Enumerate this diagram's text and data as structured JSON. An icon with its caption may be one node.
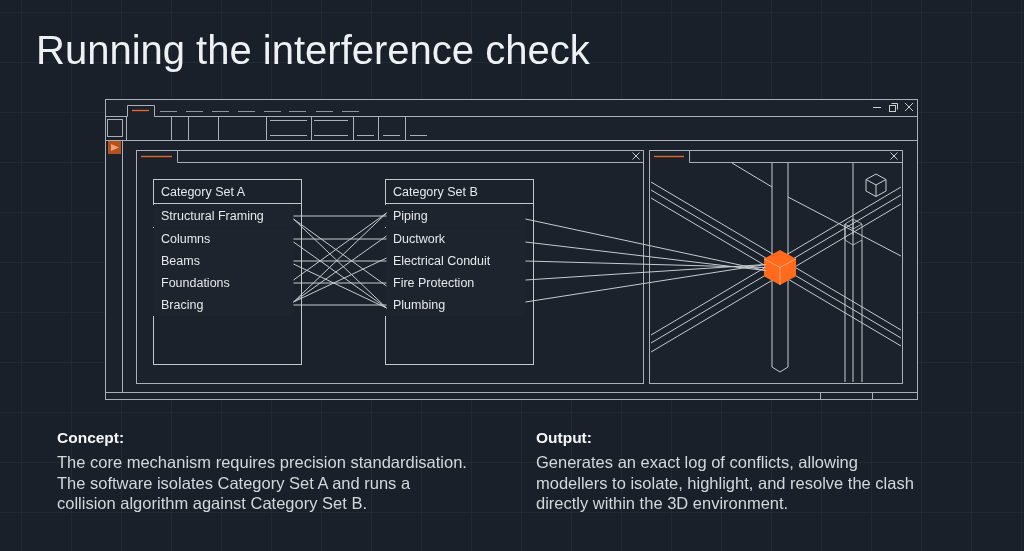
{
  "diagram": {
    "title": "Running the interference check",
    "nodes": [
      {
        "text": [
          "Category Set A"
        ]
      },
      {
        "text": [
          "Structural Framing"
        ],
        "in": 0
      },
      {
        "text": [
          "Columns"
        ],
        "in": 0
      },
      {
        "text": [
          "Beams"
        ],
        "in": 0
      },
      {
        "text": [
          "Foundations"
        ],
        "in": 0
      },
      {
        "text": [
          "Bracing"
        ],
        "in": 0
      },
      {
        "text": [
          "Category Set B"
        ]
      },
      {
        "text": [
          "Piping"
        ],
        "in": 6
      },
      {
        "text": [
          "Ductwork"
        ],
        "in": 6
      },
      {
        "text": [
          "Electrical Conduit"
        ],
        "in": 6
      },
      {
        "text": [
          "Fire Protection"
        ],
        "in": 6
      },
      {
        "text": [
          "Plumbing"
        ],
        "in": 6
      },
      {
        "text": [],
        "shape": "cube"
      }
    ],
    "edges": [
      {
        "from": 1,
        "to": 7,
        "arrow": "none"
      },
      {
        "from": 1,
        "to": 10,
        "arrow": "none"
      },
      {
        "from": 1,
        "to": 11,
        "arrow": "none"
      },
      {
        "from": 2,
        "to": 8,
        "arrow": "none"
      },
      {
        "from": 2,
        "to": 11,
        "arrow": "none"
      },
      {
        "from": 3,
        "to": 9,
        "arrow": "none"
      },
      {
        "from": 3,
        "to": 11,
        "arrow": "none"
      },
      {
        "from": 4,
        "to": 10,
        "arrow": "none"
      },
      {
        "from": 4,
        "to": 7,
        "arrow": "none"
      },
      {
        "from": 5,
        "to": 11,
        "arrow": "none"
      },
      {
        "from": 5,
        "to": 7,
        "arrow": "none"
      },
      {
        "from": 5,
        "to": 8,
        "arrow": "none"
      },
      {
        "from": 5,
        "to": 9,
        "arrow": "none"
      },
      {
        "from": 7,
        "to": 12,
        "arrow": "none"
      },
      {
        "from": 8,
        "to": 12,
        "arrow": "none"
      },
      {
        "from": 9,
        "to": 12,
        "arrow": "none"
      },
      {
        "from": 10,
        "to": 12,
        "arrow": "none"
      },
      {
        "from": 11,
        "to": 12,
        "arrow": "none"
      }
    ],
    "labels": [
      "Concept:",
      "The core mechanism requires precision standardisation. The software isolates Category Set A and runs a collision algorithm against Category Set B.",
      "Output:",
      "Generates an exact log of conflicts, allowing modellers to isolate, highlight, and resolve the clash directly within the 3D environment."
    ]
  }
}
